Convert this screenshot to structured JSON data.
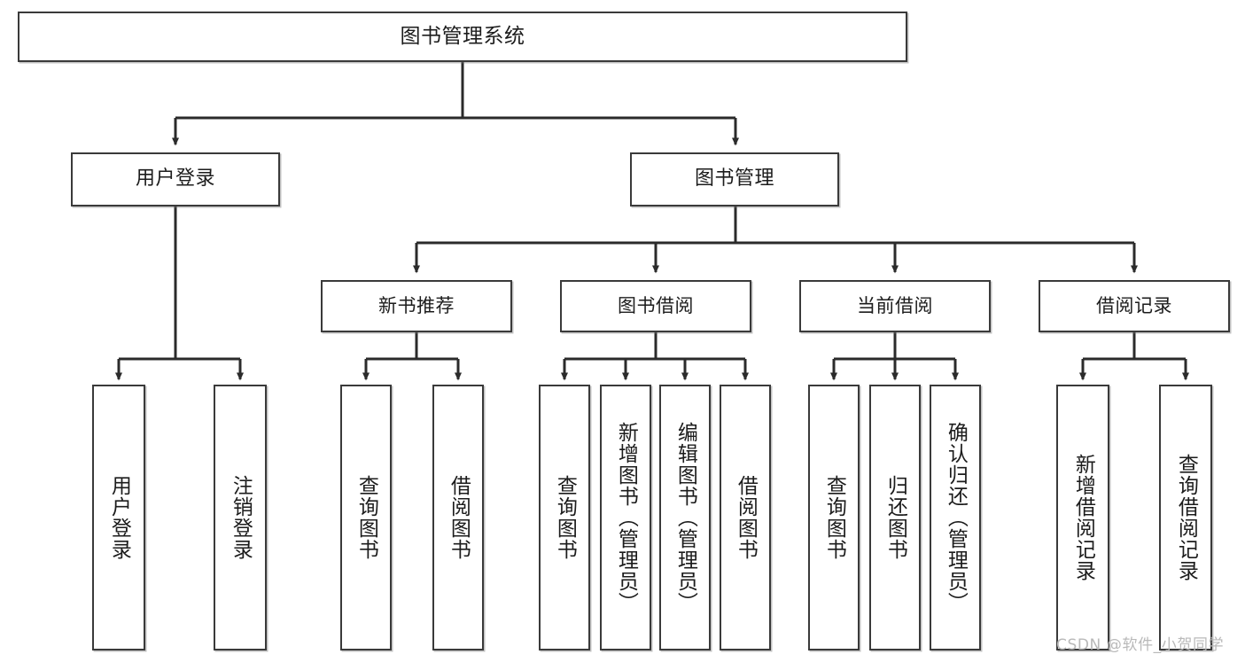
{
  "diagram": {
    "title": "图书管理系统",
    "type": "tree-hierarchy",
    "orientation": "top-down",
    "watermark": "CSDN @软件_小贺同学",
    "colors": {
      "box_border": "#3a3a3a",
      "box_fill": "#ffffff",
      "edge": "#2b2b2b",
      "text": "#1c1c1c",
      "watermark": "#b9b9b9",
      "background": "#ffffff"
    },
    "nodes": {
      "root": {
        "label": "图书管理系统"
      },
      "level1": [
        {
          "label": "用户登录"
        },
        {
          "label": "图书管理"
        }
      ],
      "level2": [
        {
          "label": "新书推荐"
        },
        {
          "label": "图书借阅"
        },
        {
          "label": "当前借阅"
        },
        {
          "label": "借阅记录"
        }
      ],
      "leaves": {
        "user_login": [
          {
            "label": "用户登录"
          },
          {
            "label": "注销登录"
          }
        ],
        "new_book_recommend": [
          {
            "label": "查询图书"
          },
          {
            "label": "借阅图书"
          }
        ],
        "book_borrow": [
          {
            "label": "查询图书"
          },
          {
            "label": "新增图书（管理员）"
          },
          {
            "label": "编辑图书（管理员）"
          },
          {
            "label": "借阅图书"
          }
        ],
        "current_borrow": [
          {
            "label": "查询图书"
          },
          {
            "label": "归还图书"
          },
          {
            "label": "确认归还（管理员）"
          }
        ],
        "borrow_record": [
          {
            "label": "新增借阅记录"
          },
          {
            "label": "查询借阅记录"
          }
        ]
      }
    }
  }
}
